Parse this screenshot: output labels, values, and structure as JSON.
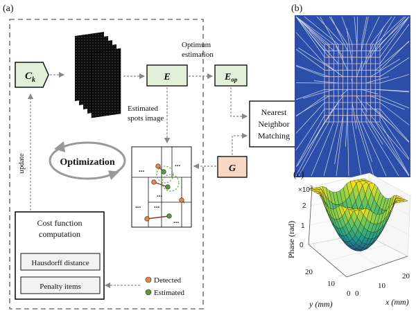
{
  "panels": {
    "a": "(a)",
    "b": "(b)",
    "c": "(c)"
  },
  "flow": {
    "ck": "C",
    "ck_sub": "k",
    "e": "E",
    "eop": "E",
    "eop_sub": "op",
    "g": "G",
    "optimum_line1": "Optimum",
    "optimum_line2": "estimation",
    "estimated_spots_line1": "Estimated",
    "estimated_spots_line2": "spots image",
    "nearest_line1": "Nearest",
    "nearest_line2": "Neighbor",
    "nearest_line3": "Matching",
    "update": "update",
    "optimization": "Optimization",
    "cost_line1": "Cost function",
    "cost_line2": "computation",
    "hausdorff": "Hausdorff distance",
    "penalty": "Penalty items",
    "legend_detected": "Detected",
    "legend_estimated": "Estimated",
    "ellipsis": "..."
  },
  "colors": {
    "box_green": "#e2efd9",
    "box_orange": "#f8d7c3",
    "detected": "#e5864a",
    "estimated": "#5a9a3a",
    "panel_b_bg": "#2c4ea8"
  },
  "surface_plot": {
    "zlabel": "Phase (rad)",
    "zscale": "×10",
    "zscale_exp": "3",
    "z_ticks": [
      "0",
      "1",
      "2"
    ],
    "x_label": "x (mm)",
    "y_label": "y (mm)",
    "x_ticks": [
      "0",
      "10",
      "20"
    ],
    "y_ticks": [
      "0",
      "10",
      "20"
    ]
  }
}
